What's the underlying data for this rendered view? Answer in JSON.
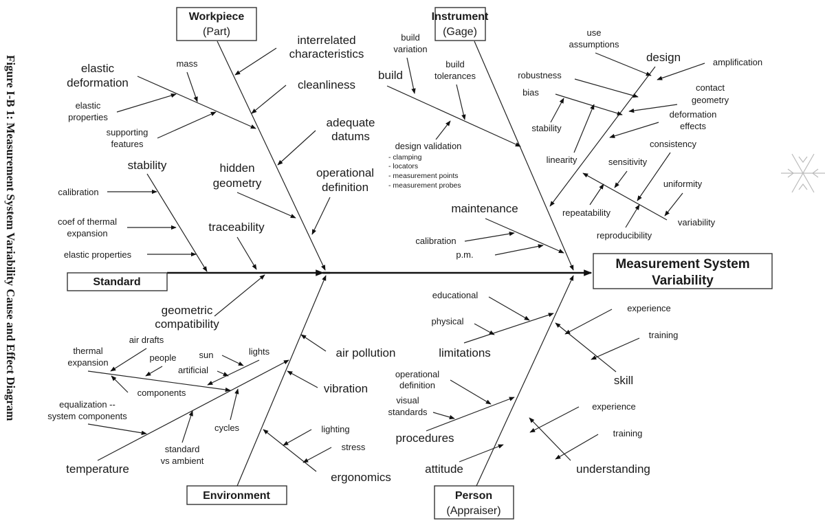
{
  "caption": "Figure I-B 1: Measurement System Variability Cause and Effect Diagram",
  "effect": {
    "line1": "Measurement System",
    "line2": "Variability"
  },
  "workpiece": {
    "title": "Workpiece",
    "subtitle": "(Part)",
    "interrelated": [
      "interrelated",
      "characteristics"
    ],
    "cleanliness": "cleanliness",
    "elastic_deformation": [
      "elastic",
      "deformation"
    ],
    "mass": "mass",
    "elastic_properties": [
      "elastic",
      "properties"
    ],
    "supporting_features": [
      "supporting",
      "features"
    ],
    "adequate_datums": [
      "adequate",
      "datums"
    ],
    "hidden_geometry": [
      "hidden",
      "geometry"
    ],
    "operational_definition": [
      "operational",
      "definition"
    ]
  },
  "standard": {
    "title": "Standard",
    "stability": "stability",
    "calibration": "calibration",
    "coef_thermal": [
      "coef of thermal",
      "expansion"
    ],
    "elastic_properties": "elastic properties",
    "traceability": "traceability",
    "geometric_compatibility": [
      "geometric",
      "compatibility"
    ]
  },
  "instrument": {
    "title": "Instrument",
    "subtitle": "(Gage)",
    "build": "build",
    "build_variation": [
      "build",
      "variation"
    ],
    "build_tolerances": [
      "build",
      "tolerances"
    ],
    "design_validation": "design validation",
    "design_validation_items": [
      "- clamping",
      "- locators",
      "- measurement points",
      "- measurement probes"
    ],
    "maintenance": "maintenance",
    "calibration": "calibration",
    "pm": "p.m.",
    "design": "design",
    "use_assumptions": [
      "use",
      "assumptions"
    ],
    "amplification": "amplification",
    "robustness": "robustness",
    "contact_geometry": [
      "contact",
      "geometry"
    ],
    "bias": "bias",
    "stability": "stability",
    "linearity": "linearity",
    "deformation_effects": [
      "deformation",
      "effects"
    ],
    "consistency": "consistency",
    "sensitivity": "sensitivity",
    "uniformity": "uniformity",
    "variability": "variability",
    "repeatability": "repeatability",
    "reproducibility": "reproducibility"
  },
  "environment": {
    "title": "Environment",
    "air_pollution": "air pollution",
    "vibration": "vibration",
    "temperature": "temperature",
    "equalization": [
      "equalization --",
      "system components"
    ],
    "standard_vs_ambient": [
      "standard",
      "vs ambient"
    ],
    "cycles": "cycles",
    "thermal_expansion": [
      "thermal",
      "expansion"
    ],
    "air_drafts": "air drafts",
    "people": "people",
    "components": "components",
    "lights": "lights",
    "sun": "sun",
    "artificial": "artificial",
    "ergonomics": "ergonomics",
    "lighting": "lighting",
    "stress": "stress"
  },
  "person": {
    "title": "Person",
    "subtitle": "(Appraiser)",
    "limitations": "limitations",
    "educational": "educational",
    "physical": "physical",
    "skill": "skill",
    "skill_experience": "experience",
    "skill_training": "training",
    "procedures": "procedures",
    "operational_definition": [
      "operational",
      "definition"
    ],
    "visual_standards": [
      "visual",
      "standards"
    ],
    "understanding": "understanding",
    "understanding_experience": "experience",
    "understanding_training": "training",
    "attitude": "attitude"
  }
}
